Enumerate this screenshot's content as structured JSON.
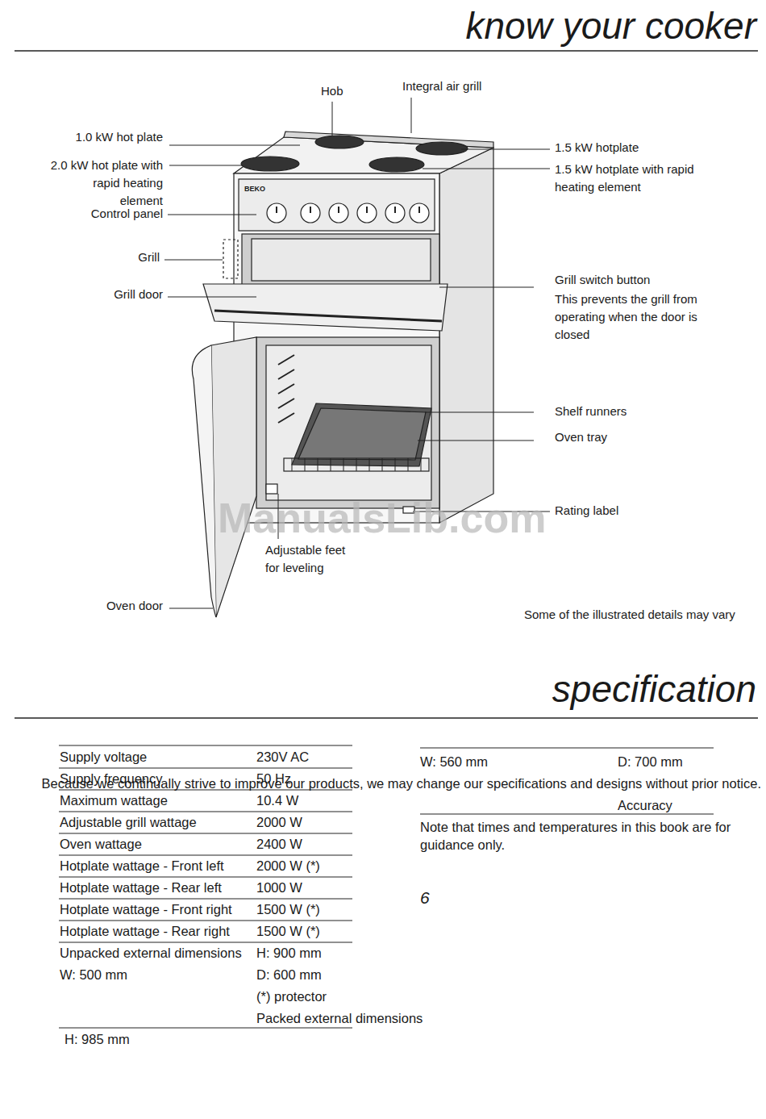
{
  "diagram": {
    "title": "know your cooker",
    "labels": [
      "Hob",
      "Integral air grill",
      "1.0 kW hot plate",
      "2.0 kW hot plate with rapid heating element",
      "Control panel",
      "Grill",
      "Grill door",
      "Oven door",
      "1.5 kW hotplate",
      "1.5 kW hotplate with rapid heating element",
      "Grill switch button",
      "This prevents the grill from operating when the door is closed",
      "Shelf runners",
      "Oven tray",
      "Rating label",
      "Adjustable feet for leveling",
      "Some of the illustrated details may vary",
      "BEKO",
      "ManualsLib.com",
      "specification",
      "Supply voltage",
      "230V AC",
      "Supply frequency",
      "50 Hz",
      "Maximum wattage",
      "10.4 W",
      "Adjustable grill wattage",
      "2000 W",
      "Oven wattage",
      "2400 W",
      "Hotplate wattage - Front left",
      "2000 W (*)",
      "Hotplate wattage - Rear left",
      "1000 W",
      "Hotplate wattage - Front right",
      "1500 W (*)",
      "Hotplate wattage - Rear right",
      "1500 W (*)",
      "Unpacked external dimensions",
      "H: 900 mm",
      "W: 500 mm",
      "D: 600 mm",
      "(*) protector",
      "Packed external dimensions",
      "H: 985 mm",
      "W: 560 mm",
      "D: 700 mm",
      "Because we continually strive to improve our products, we may change our specifications and designs without prior notice.",
      "Accuracy",
      "Note that times and temperatures in this book are for guidance only.",
      "6"
    ]
  }
}
